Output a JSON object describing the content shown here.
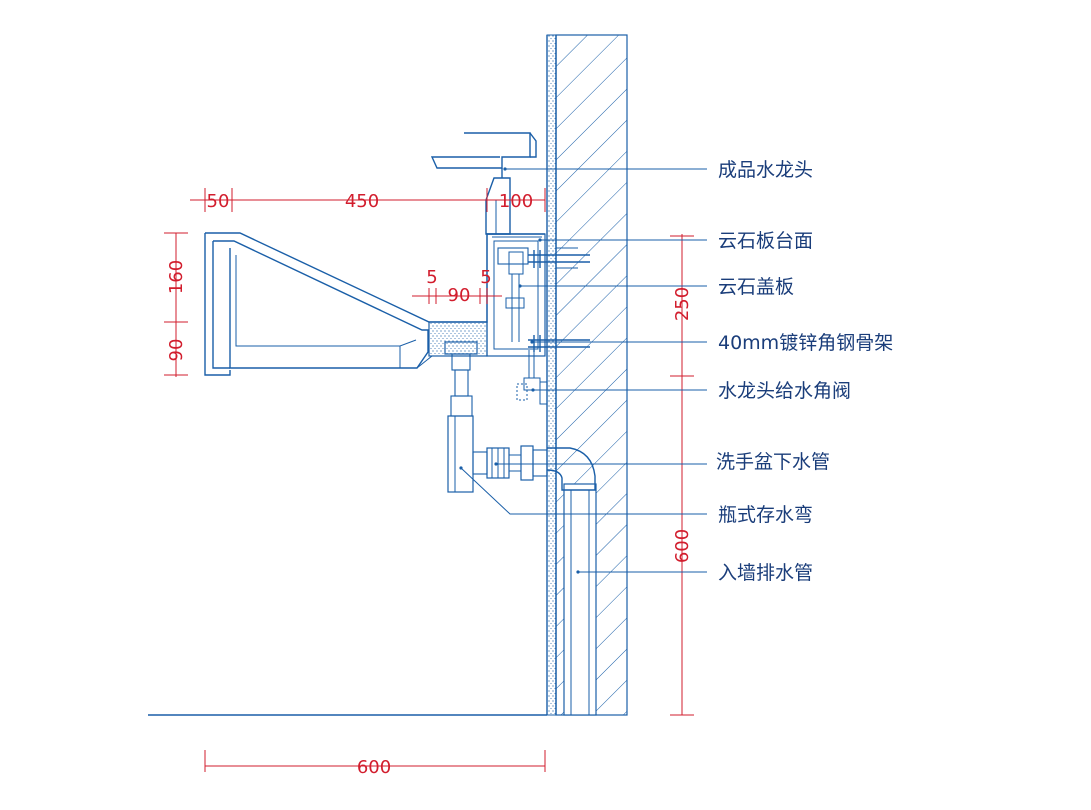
{
  "colors": {
    "line": "#1a5fa8",
    "dimension": "#d21d2d",
    "text": "#1a3d7a"
  },
  "labels": {
    "faucet": "成品水龙头",
    "marble_countertop": "云石板台面",
    "marble_cover": "云石盖板",
    "steel_frame": "40mm镀锌角钢骨架",
    "angle_valve": "水龙头给水角阀",
    "basin_drain": "洗手盆下水管",
    "bottle_trap": "瓶式存水弯",
    "wall_drain": "入墙排水管"
  },
  "dimensions": {
    "top_50": "50",
    "top_450": "450",
    "top_100": "100",
    "left_160": "160",
    "left_90": "90",
    "inner_5a": "5",
    "inner_90": "90",
    "inner_5b": "5",
    "right_250": "250",
    "right_600": "600",
    "bottom_600": "600"
  }
}
